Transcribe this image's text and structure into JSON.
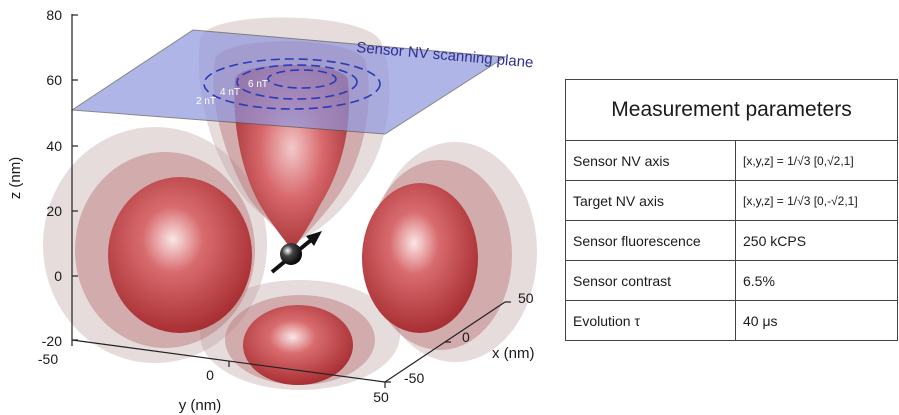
{
  "figure": {
    "plane_label": "Sensor NV scanning plane",
    "contour_labels": [
      "2 nT",
      "4 nT",
      "6 nT"
    ],
    "z_axis": {
      "label": "z (nm)",
      "ticks": [
        "80",
        "60",
        "40",
        "20",
        "0",
        "-20"
      ]
    },
    "y_axis": {
      "label": "y (nm)",
      "ticks": [
        "-50",
        "0",
        "50"
      ]
    },
    "x_axis": {
      "label": "x (nm)",
      "ticks": [
        "50",
        "0",
        "-50"
      ]
    },
    "colors": {
      "plane": "#8f97de",
      "contour": "#2a3ab8",
      "lobe": "#c63a3f",
      "shell": "#b58e8e",
      "plane_label": "#2e2f8f"
    }
  },
  "table": {
    "title": "Measurement parameters",
    "rows": [
      {
        "label": "Sensor NV axis",
        "value": "[x,y,z] = 1/√3 [0,√2,1]"
      },
      {
        "label": "Target NV axis",
        "value": "[x,y,z] = 1/√3 [0,-√2,1]"
      },
      {
        "label": "Sensor fluorescence",
        "value": "250 kCPS"
      },
      {
        "label": "Sensor contrast",
        "value": "6.5%"
      },
      {
        "label": "Evolution τ",
        "value": "40 μs"
      }
    ]
  }
}
